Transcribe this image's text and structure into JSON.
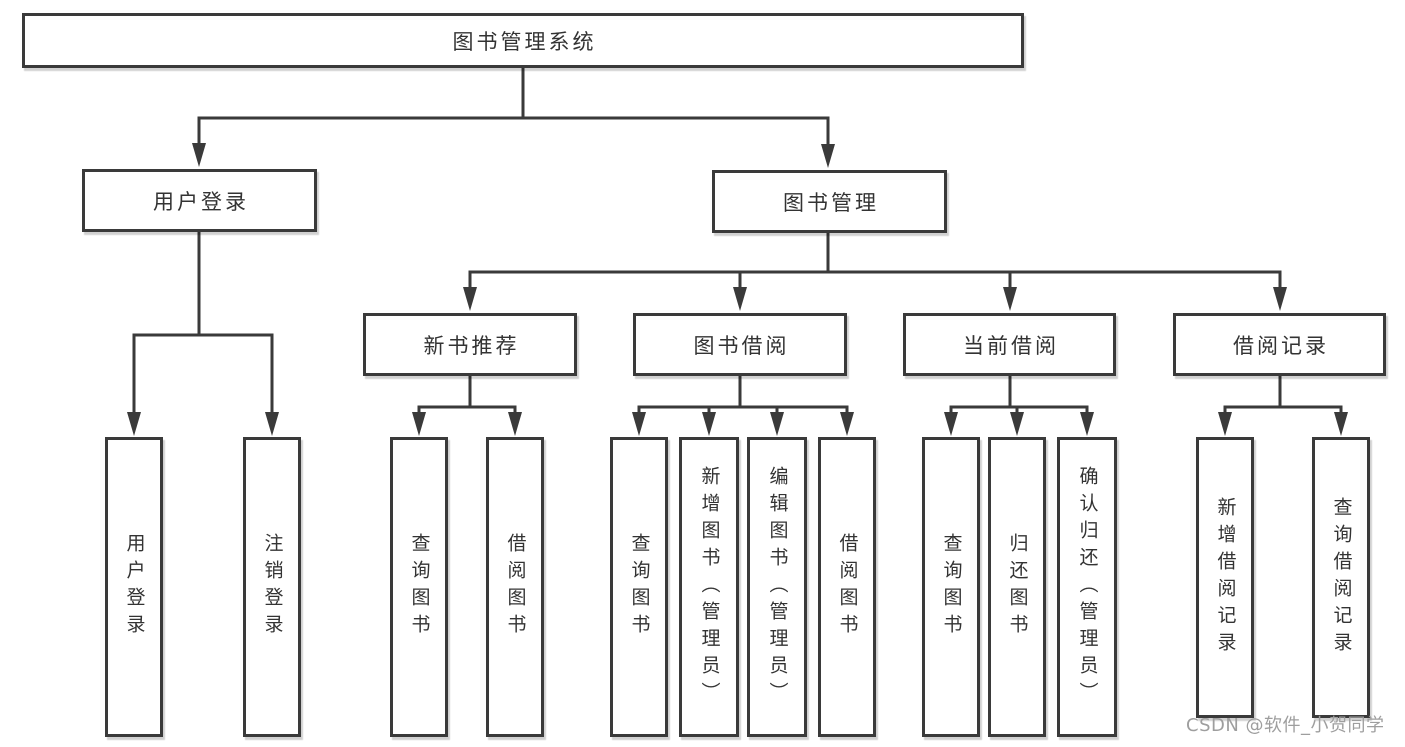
{
  "diagram_title": "图书管理系统",
  "nodes": {
    "root": "图书管理系统",
    "user_login": "用户登录",
    "book_mgmt": "图书管理",
    "new_book_rec": "新书推荐",
    "book_borrow": "图书借阅",
    "current_borrow": "当前借阅",
    "borrow_record": "借阅记录",
    "user_login_leaf": "用户登录",
    "logout_leaf": "注销登录",
    "rec_query_book": "查询图书",
    "rec_borrow_book": "借阅图书",
    "bb_query_book": "查询图书",
    "bb_add_book": "新增图书（管理员）",
    "bb_edit_book": "编辑图书（管理员）",
    "bb_borrow_book": "借阅图书",
    "cb_query_book": "查询图书",
    "cb_return_book": "归还图书",
    "cb_confirm_return": "确认归还（管理员）",
    "br_add_record": "新增借阅记录",
    "br_query_record": "查询借阅记录"
  },
  "edges": [
    [
      "图书管理系统",
      "用户登录"
    ],
    [
      "图书管理系统",
      "图书管理"
    ],
    [
      "用户登录",
      "用户登录"
    ],
    [
      "用户登录",
      "注销登录"
    ],
    [
      "图书管理",
      "新书推荐"
    ],
    [
      "图书管理",
      "图书借阅"
    ],
    [
      "图书管理",
      "当前借阅"
    ],
    [
      "图书管理",
      "借阅记录"
    ],
    [
      "新书推荐",
      "查询图书"
    ],
    [
      "新书推荐",
      "借阅图书"
    ],
    [
      "图书借阅",
      "查询图书"
    ],
    [
      "图书借阅",
      "新增图书（管理员）"
    ],
    [
      "图书借阅",
      "编辑图书（管理员）"
    ],
    [
      "图书借阅",
      "借阅图书"
    ],
    [
      "当前借阅",
      "查询图书"
    ],
    [
      "当前借阅",
      "归还图书"
    ],
    [
      "当前借阅",
      "确认归还（管理员）"
    ],
    [
      "借阅记录",
      "新增借阅记录"
    ],
    [
      "借阅记录",
      "查询借阅记录"
    ]
  ],
  "watermark": "CSDN @软件_小贺同学",
  "colors": {
    "line": "#3a3a3a",
    "text": "#333333",
    "background": "#ffffff",
    "watermark": "#9e9e9e"
  }
}
